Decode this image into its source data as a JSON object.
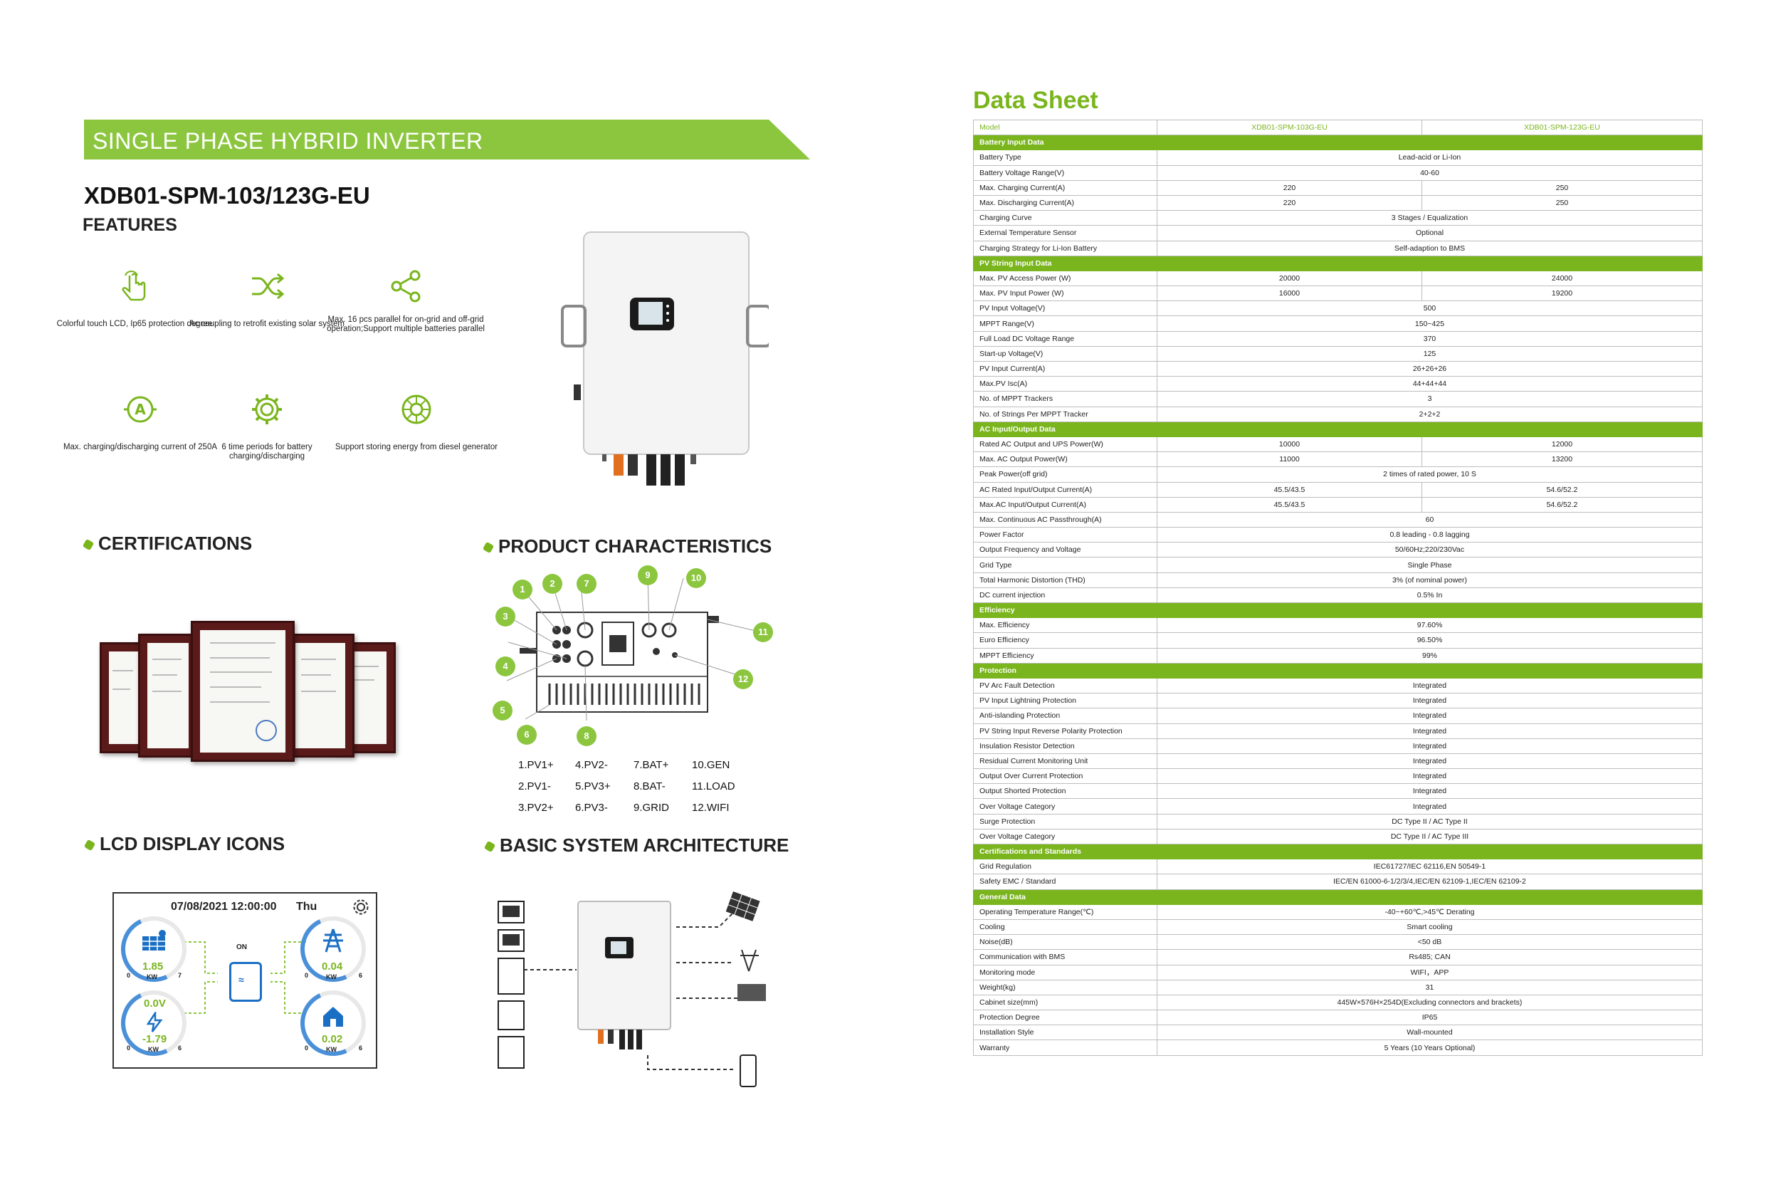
{
  "left": {
    "banner": "SINGLE PHASE HYBRID INVERTER",
    "model": "XDB01-SPM-103/123G-EU",
    "features_title": "FEATURES",
    "features": [
      {
        "icon": "touch-hand-icon",
        "text": "Colorful touch LCD, Ip65 protection degree"
      },
      {
        "icon": "shuffle-icon",
        "text": "Ac coupling to retrofit existing solar system"
      },
      {
        "icon": "share-icon",
        "text": "Max. 16 pcs parallel for on-grid and off-grid operation;Support multiple batteries parallel"
      },
      {
        "icon": "ampere-icon",
        "text": "Max. charging/discharging current of 250A"
      },
      {
        "icon": "gear-icon",
        "text": "6 time periods for battery charging/discharging"
      },
      {
        "icon": "generator-icon",
        "text": "Support storing energy from diesel generator"
      }
    ],
    "certifications_title": "CERTIFICATIONS",
    "product_title": "PRODUCT CHARACTERISTICS",
    "ports": [
      [
        "1.PV1+",
        "4.PV2-",
        "7.BAT+",
        "10.GEN"
      ],
      [
        "2.PV1-",
        "5.PV3+",
        "8.BAT-",
        "11.LOAD"
      ],
      [
        "3.PV2+",
        "6.PV3-",
        "9.GRID",
        "12.WIFI"
      ]
    ],
    "port_numbers": [
      "1",
      "2",
      "3",
      "4",
      "5",
      "6",
      "7",
      "8",
      "9",
      "10",
      "11",
      "12"
    ],
    "lcd_title": "LCD DISPLAY ICONS",
    "architecture_title": "BASIC SYSTEM ARCHITECTURE",
    "lcd": {
      "datetime": "07/08/2021  12:00:00",
      "day": "Thu",
      "status": "ON",
      "pv_value": "1.85",
      "grid_value": "0.04",
      "battery_voltage": "0.0V",
      "battery_value": "-1.79",
      "load_value": "0.02",
      "unit": "KW",
      "tick_min": "0",
      "tick_max_pv": "7",
      "tick_max_6": "6"
    }
  },
  "datasheet": {
    "title": "Data  Sheet",
    "header": [
      "Model",
      "XDB01-SPM-103G-EU",
      "XDB01-SPM-123G-EU"
    ],
    "rows": [
      {
        "s": "Battery Input Data"
      },
      {
        "l": "Battery Type",
        "v": "Lead-acid or Li-Ion"
      },
      {
        "l": "Battery Voltage Range(V)",
        "v": "40-60"
      },
      {
        "l": "Max. Charging Current(A)",
        "a": "220",
        "b": "250"
      },
      {
        "l": "Max. Discharging Current(A)",
        "a": "220",
        "b": "250"
      },
      {
        "l": "Charging Curve",
        "v": "3 Stages / Equalization"
      },
      {
        "l": "External Temperature Sensor",
        "v": "Optional"
      },
      {
        "l": "Charging Strategy for Li-Ion Battery",
        "v": "Self-adaption to BMS"
      },
      {
        "s": "PV String Input Data"
      },
      {
        "l": "Max. PV Access Power (W)",
        "a": "20000",
        "b": "24000"
      },
      {
        "l": "Max. PV Input Power (W)",
        "a": "16000",
        "b": "19200"
      },
      {
        "l": "PV Input Voltage(V)",
        "v": "500"
      },
      {
        "l": "MPPT Range(V)",
        "v": "150~425"
      },
      {
        "l": "Full Load DC Voltage Range",
        "v": "370"
      },
      {
        "l": "Start-up Voltage(V)",
        "v": "125"
      },
      {
        "l": "PV Input Current(A)",
        "v": "26+26+26"
      },
      {
        "l": "Max.PV Isc(A)",
        "v": "44+44+44"
      },
      {
        "l": "No. of MPPT Trackers",
        "v": "3"
      },
      {
        "l": "No. of Strings Per MPPT Tracker",
        "v": "2+2+2"
      },
      {
        "s": "AC Input/Output Data"
      },
      {
        "l": "Rated AC Output and UPS Power(W)",
        "a": "10000",
        "b": "12000"
      },
      {
        "l": "Max. AC Output Power(W)",
        "a": "11000",
        "b": "13200"
      },
      {
        "l": "Peak Power(off grid)",
        "v": "2 times of rated power, 10 S"
      },
      {
        "l": "AC Rated Input/Output Current(A)",
        "a": "45.5/43.5",
        "b": "54.6/52.2"
      },
      {
        "l": "Max.AC Input/Output Current(A)",
        "a": "45.5/43.5",
        "b": "54.6/52.2"
      },
      {
        "l": "Max. Continuous AC Passthrough(A)",
        "v": "60"
      },
      {
        "l": "Power Factor",
        "v": "0.8 leading - 0.8 lagging"
      },
      {
        "l": "Output Frequency and Voltage",
        "v": "50/60Hz;220/230Vac"
      },
      {
        "l": "Grid Type",
        "v": "Single Phase"
      },
      {
        "l": "Total Harmonic Distortion (THD)",
        "v": "3% (of nominal power)"
      },
      {
        "l": "DC current injection",
        "v": "0.5% In"
      },
      {
        "s": "Efficiency"
      },
      {
        "l": "Max. Efficiency",
        "v": "97.60%"
      },
      {
        "l": "Euro Efficiency",
        "v": "96.50%"
      },
      {
        "l": "MPPT Efficiency",
        "v": "99%"
      },
      {
        "s": "Protection"
      },
      {
        "l": "PV Arc Fault Detection",
        "v": "Integrated"
      },
      {
        "l": "PV Input Lightning Protection",
        "v": "Integrated"
      },
      {
        "l": "Anti-islanding Protection",
        "v": "Integrated"
      },
      {
        "l": "PV String Input Reverse Polarity Protection",
        "v": "Integrated"
      },
      {
        "l": "Insulation Resistor Detection",
        "v": "Integrated"
      },
      {
        "l": "Residual Current Monitoring Unit",
        "v": "Integrated"
      },
      {
        "l": "Output Over Current Protection",
        "v": "Integrated"
      },
      {
        "l": "Output Shorted Protection",
        "v": "Integrated"
      },
      {
        "l": "Over Voltage Category",
        "v": "Integrated"
      },
      {
        "l": "Surge Protection",
        "v": "DC Type II / AC Type II"
      },
      {
        "l": "Over Voltage Category",
        "v": "DC Type II / AC Type III"
      },
      {
        "s": "Certifications and Standards"
      },
      {
        "l": "Grid Regulation",
        "v": "IEC61727/IEC 62116,EN 50549-1"
      },
      {
        "l": "Safety EMC / Standard",
        "v": "IEC/EN 61000-6-1/2/3/4,IEC/EN 62109-1,IEC/EN 62109-2"
      },
      {
        "s": "General Data"
      },
      {
        "l": "Operating Temperature Range(℃)",
        "v": "-40~+60℃,>45℃ Derating"
      },
      {
        "l": "Cooling",
        "v": "Smart cooling"
      },
      {
        "l": "Noise(dB)",
        "v": "<50 dB"
      },
      {
        "l": "Communication with BMS",
        "v": "Rs485; CAN"
      },
      {
        "l": "Monitoring mode",
        "v": "WIFI，APP"
      },
      {
        "l": "Weight(kg)",
        "v": "31"
      },
      {
        "l": "Cabinet size(mm)",
        "v": "445W×576H×254D(Excluding connectors and brackets)"
      },
      {
        "l": "Protection Degree",
        "v": "IP65"
      },
      {
        "l": "Installation Style",
        "v": "Wall-mounted"
      },
      {
        "l": "Warranty",
        "v": "5 Years (10 Years Optional)"
      }
    ]
  }
}
